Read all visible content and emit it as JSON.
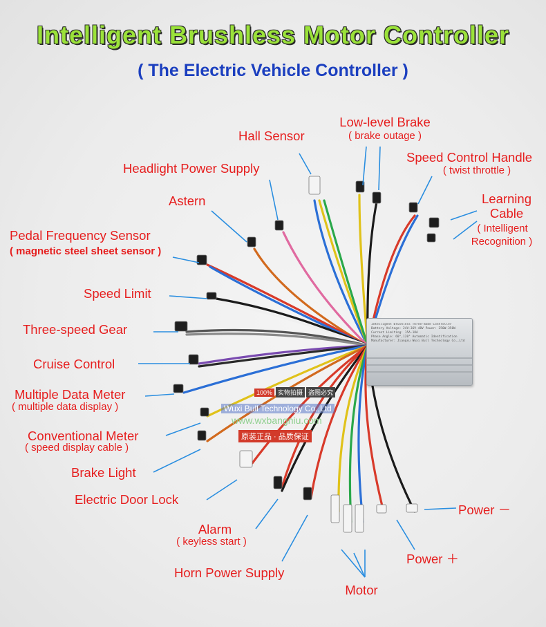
{
  "title": "Intelligent Brushless Motor Controller",
  "subtitle": "( The Electric Vehicle Controller )",
  "labels": {
    "hall_sensor": "Hall Sensor",
    "low_level_brake": "Low-level Brake",
    "low_level_brake_note": "( brake outage )",
    "headlight_power_supply": "Headlight Power Supply",
    "speed_control_handle": "Speed Control Handle",
    "speed_control_handle_note": "( twist throttle )",
    "learning_cable_1": "Learning",
    "learning_cable_2": "Cable",
    "learning_cable_note_1": "( Intelligent",
    "learning_cable_note_2": "Recognition )",
    "astern": "Astern",
    "pedal_frequency_sensor": "Pedal Frequency Sensor",
    "pedal_frequency_sensor_note": "( magnetic steel sheet sensor )",
    "speed_limit": "Speed Limit",
    "three_speed_gear": "Three-speed Gear",
    "cruise_control": "Cruise Control",
    "multiple_data_meter": "Multiple Data Meter",
    "multiple_data_meter_note": "( multiple data display )",
    "conventional_meter": "Conventional Meter",
    "conventional_meter_note": "( speed display cable )",
    "brake_light": "Brake Light",
    "electric_door_lock": "Electric Door Lock",
    "alarm": "Alarm",
    "alarm_note": "( keyless start )",
    "horn_power_supply": "Horn Power Supply",
    "motor": "Motor",
    "power_plus": "Power ＋",
    "power_minus": "Power －"
  },
  "watermark": {
    "badge_1": "100%",
    "badge_2": "实物拍摄",
    "badge_3": "盗图必究",
    "company": "Wuxi Bull Technology Co.,Ltd",
    "url": "www.wxbangniu.com",
    "quality": "原装正品 · 品质保证"
  },
  "controller_plate": {
    "line1": "Intelligent Brushless Three-mode Controller",
    "line2": "Battery Voltage: 24V-36V-48V    Power: 250W-350W",
    "line3": "Current Limiting: 15A-18A",
    "line4": "Phase Angle: 60°,120° Automatic Identification",
    "line5": "Manufacturer: Jiangsu Wuxi Bull Technology Co.,Ltd"
  },
  "colors": {
    "title": "#9be23a",
    "subtitle": "#1b3fbf",
    "label": "#e61e1e",
    "leader": "#2a8ee0"
  }
}
